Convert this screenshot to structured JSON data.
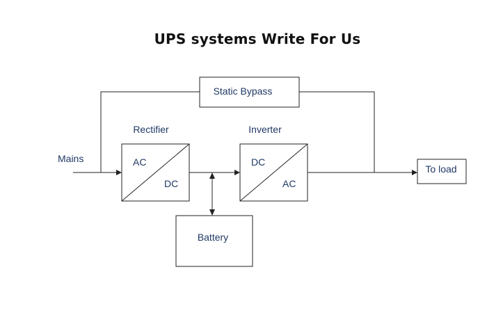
{
  "title": "UPS systems Write For Us",
  "diagram": {
    "mains_label": "Mains",
    "bypass_label": "Static Bypass",
    "rectifier": {
      "label": "Rectifier",
      "input": "AC",
      "output": "DC"
    },
    "inverter": {
      "label": "Inverter",
      "input": "DC",
      "output": "AC"
    },
    "battery_label": "Battery",
    "load_label": "To load"
  }
}
